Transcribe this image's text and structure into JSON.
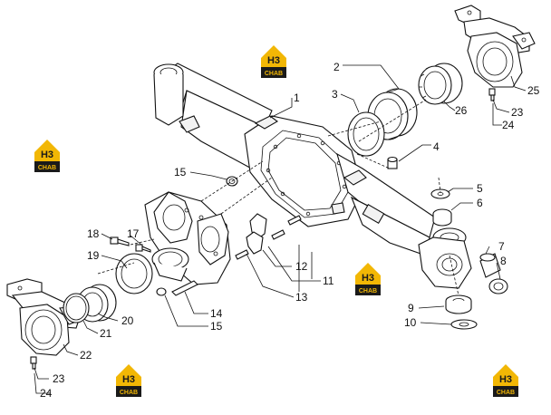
{
  "diagram": {
    "callouts": [
      {
        "id": "c1",
        "text": "1"
      },
      {
        "id": "c2",
        "text": "2"
      },
      {
        "id": "c3",
        "text": "3"
      },
      {
        "id": "c4",
        "text": "4"
      },
      {
        "id": "c5",
        "text": "5"
      },
      {
        "id": "c6",
        "text": "6"
      },
      {
        "id": "c7",
        "text": "7"
      },
      {
        "id": "c8",
        "text": "8"
      },
      {
        "id": "c9",
        "text": "9"
      },
      {
        "id": "c10",
        "text": "10"
      },
      {
        "id": "c11",
        "text": "11"
      },
      {
        "id": "c12",
        "text": "12"
      },
      {
        "id": "c13",
        "text": "13"
      },
      {
        "id": "c14",
        "text": "14"
      },
      {
        "id": "c15a",
        "text": "15"
      },
      {
        "id": "c15b",
        "text": "15"
      },
      {
        "id": "c17",
        "text": "17"
      },
      {
        "id": "c18",
        "text": "18"
      },
      {
        "id": "c19",
        "text": "19"
      },
      {
        "id": "c20",
        "text": "20"
      },
      {
        "id": "c21",
        "text": "21"
      },
      {
        "id": "c22",
        "text": "22"
      },
      {
        "id": "c23a",
        "text": "23"
      },
      {
        "id": "c23b",
        "text": "23"
      },
      {
        "id": "c24a",
        "text": "24"
      },
      {
        "id": "c24b",
        "text": "24"
      },
      {
        "id": "c25",
        "text": "25"
      },
      {
        "id": "c26",
        "text": "26"
      }
    ],
    "logo": {
      "mark": "H3",
      "caption": "CHAB",
      "colors": {
        "accent": "#f2b705",
        "dark": "#1a1a1a"
      }
    }
  }
}
